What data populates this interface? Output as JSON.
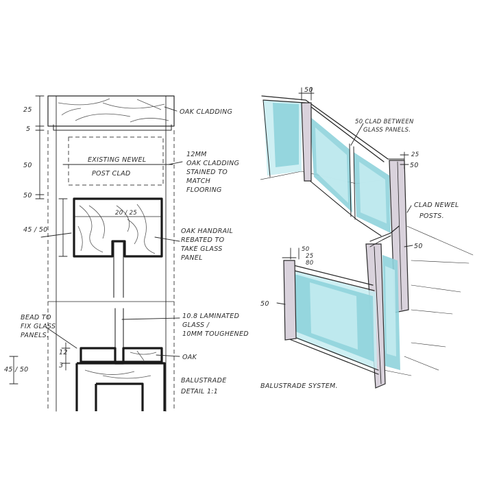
{
  "colors": {
    "ink": "#262626",
    "glass": "#8fd3dc",
    "glass_light": "#c6ecf1",
    "post": "#d9d2dc",
    "paper": "#ffffff"
  },
  "section_detail": {
    "dimensions": {
      "d25": "25",
      "d5": "5",
      "d50": "50",
      "d50b": "50",
      "d45_50": "45 / 50",
      "d20_25": "20 / 25",
      "d12": "12",
      "d3": "3",
      "d45_50b": "45 / 50"
    },
    "notes": {
      "oak_cladding": "OAK CLADDING",
      "existing_newel_line1": "EXISTING NEWEL",
      "existing_newel_line2": "POST CLAD",
      "oak_clad_1": "12MM",
      "oak_clad_2": "OAK CLADDING",
      "oak_clad_3": "STAINED TO",
      "oak_clad_4": "MATCH",
      "oak_clad_5": "FLOORING",
      "handrail_1": "OAK HANDRAIL",
      "handrail_2": "REBATED TO",
      "handrail_3": "TAKE GLASS",
      "handrail_4": "PANEL",
      "bead_1": "BEAD TO",
      "bead_2": "FIX GLASS",
      "bead_3": "PANELS.",
      "glass_1": "10.8 LAMINATED",
      "glass_2": "GLASS /",
      "glass_3": "10MM TOUGHENED",
      "oak": "OAK",
      "balustrade_1": "BALUSTRADE",
      "balustrade_2": "DETAIL 1:1"
    }
  },
  "perspective": {
    "dimensions": {
      "p50_top": "50",
      "p25_right": "25",
      "p50_right": "50",
      "p50_mid": "50",
      "p25_mid": "25",
      "p80_mid": "80",
      "p50_right2": "50",
      "p50_left": "50"
    },
    "notes": {
      "glass_panels_1": "50 CLAD BETWEEN",
      "glass_panels_2": "GLASS PANELS.",
      "newel_1": "CLAD NEWEL",
      "newel_2": "POSTS.",
      "caption": "BALUSTRADE SYSTEM."
    }
  }
}
